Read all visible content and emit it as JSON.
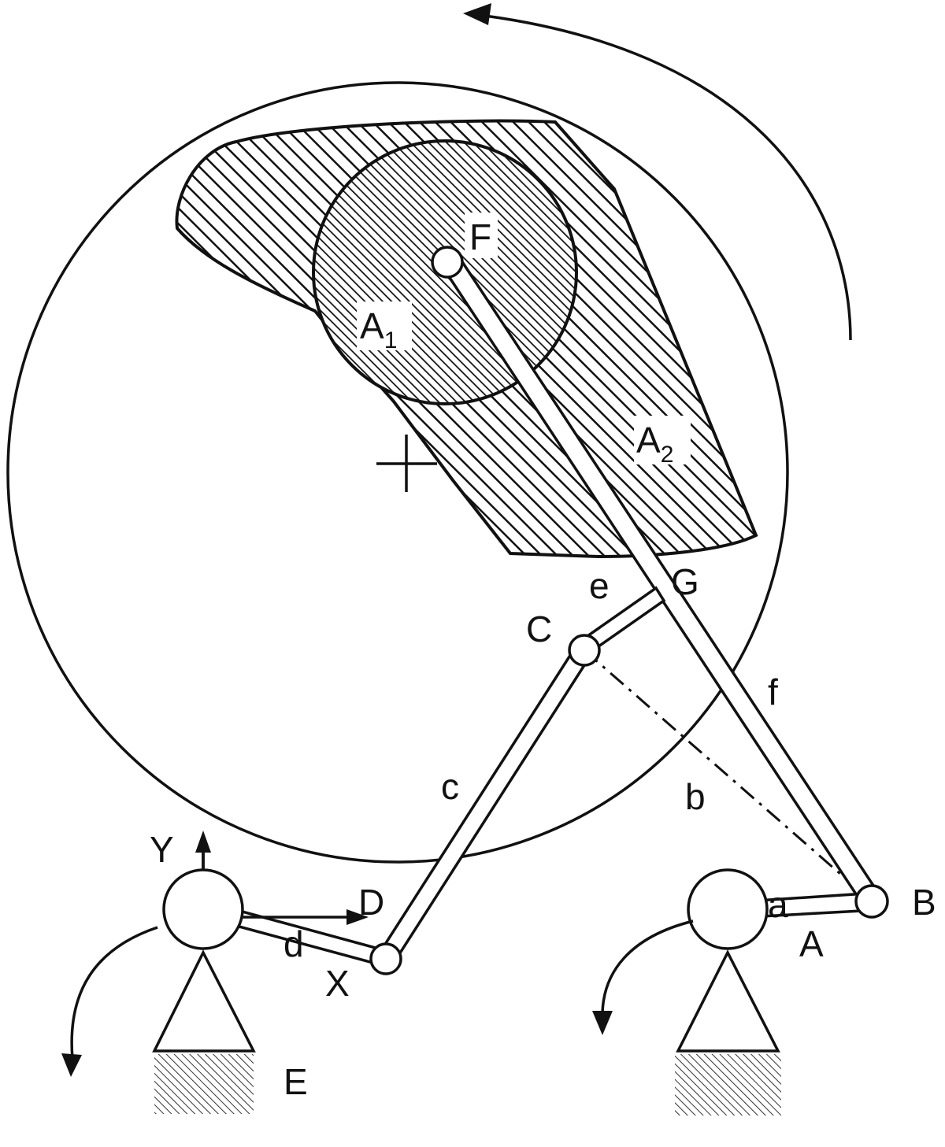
{
  "points": {
    "A": "A",
    "B": "B",
    "C": "C",
    "D": "D",
    "E": "E",
    "F": "F",
    "G": "G"
  },
  "links": {
    "a": "a",
    "b": "b",
    "c": "c",
    "d": "d",
    "e": "e",
    "f": "f"
  },
  "areas": {
    "a1_main": "A",
    "a1_sub": "1",
    "a2_main": "A",
    "a2_sub": "2"
  },
  "axes": {
    "x": "X",
    "y": "Y"
  },
  "colors": {
    "line": "#111111",
    "background": "#ffffff"
  }
}
